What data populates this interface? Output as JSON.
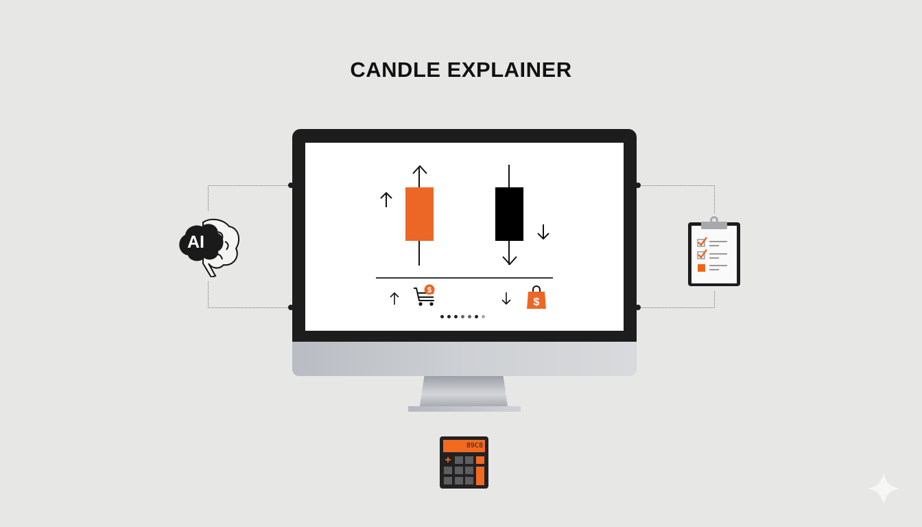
{
  "title": "CANDLE EXPLAINER",
  "colors": {
    "accent": "#ec6726",
    "dark": "#111111",
    "background": "#e7e7e6",
    "bezel": "#1d1d1d"
  },
  "monitor": {
    "candles": [
      {
        "name": "bullish",
        "color": "#ec6726",
        "direction": "up",
        "icon": "arrow-up-icon"
      },
      {
        "name": "bearish",
        "color": "#000000",
        "direction": "down",
        "icon": "arrow-down-icon"
      }
    ],
    "bottom_icons": [
      {
        "name": "buy",
        "arrow": "up",
        "icon": "shopping-cart-dollar-icon"
      },
      {
        "name": "sell",
        "arrow": "down",
        "icon": "shopping-bag-dollar-icon"
      }
    ],
    "pager": {
      "count": 7,
      "active": 3
    }
  },
  "left_icon": {
    "name": "ai-brain-icon",
    "label": "AI"
  },
  "right_icon": {
    "name": "clipboard-checklist-icon",
    "items": [
      {
        "checked": true
      },
      {
        "checked": true
      },
      {
        "checked": false
      }
    ]
  },
  "bottom_icon": {
    "name": "calculator-icon",
    "display": "89C8"
  },
  "corner_icon": {
    "name": "sparkle-icon"
  },
  "arrows": {
    "up": "↑",
    "down": "↓"
  }
}
